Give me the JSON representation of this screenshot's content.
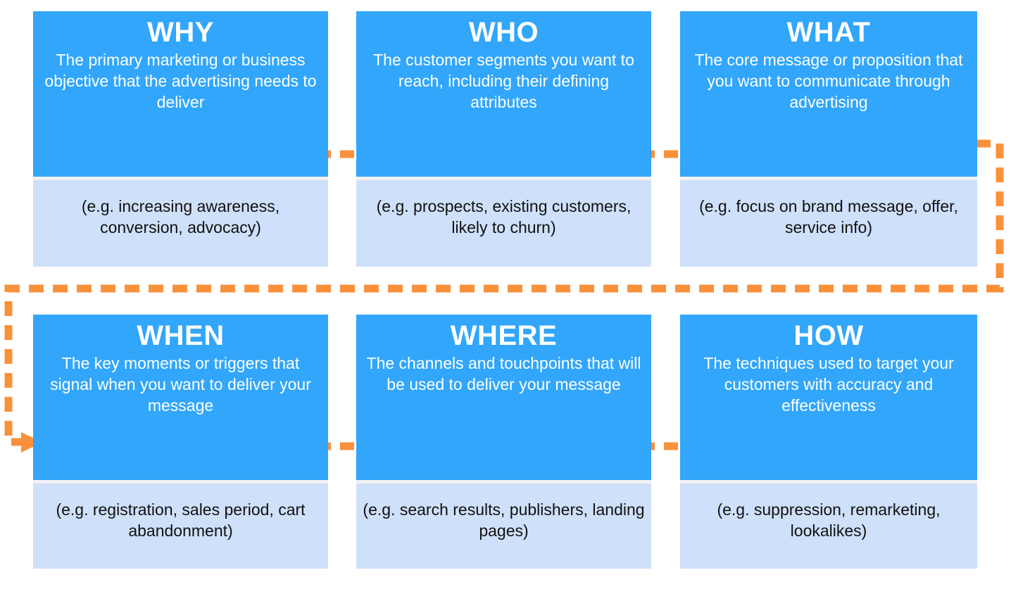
{
  "diagram": {
    "type": "flow",
    "colors": {
      "header_blue": "#31a6fb",
      "body_light_blue": "#cfe0fa",
      "arrow_orange": "#f9913b",
      "header_text": "#ffffff",
      "body_text": "#111111",
      "background": "#ffffff"
    },
    "flow_order": [
      "WHY",
      "WHO",
      "WHAT",
      "WHEN",
      "WHERE",
      "HOW"
    ],
    "cards": [
      {
        "id": "why",
        "title": "WHY",
        "description": "The primary marketing or business objective that the advertising needs to deliver",
        "example": "(e.g. increasing awareness, conversion, advocacy)"
      },
      {
        "id": "who",
        "title": "WHO",
        "description": "The customer segments you want to reach, including their defining attributes",
        "example": "(e.g. prospects, existing customers, likely to churn)"
      },
      {
        "id": "what",
        "title": "WHAT",
        "description": "The core message or proposition that you want to communicate through advertising",
        "example": "(e.g. focus on brand message, offer, service info)"
      },
      {
        "id": "when",
        "title": "WHEN",
        "description": "The key moments or triggers that signal when you want to deliver your message",
        "example": "(e.g. registration, sales period, cart abandonment)"
      },
      {
        "id": "where",
        "title": "WHERE",
        "description": "The channels and touchpoints that will be used to deliver your message",
        "example": "(e.g. search results, publishers, landing pages)"
      },
      {
        "id": "how",
        "title": "HOW",
        "description": "The techniques used to target your customers with accuracy and effectiveness",
        "example": "(e.g. suppression, remarketing, lookalikes)"
      }
    ],
    "connectors": [
      {
        "id": "why-to-who",
        "from": "WHY",
        "to": "WHO",
        "style": "dashed-arrow",
        "direction": "right"
      },
      {
        "id": "who-to-what",
        "from": "WHO",
        "to": "WHAT",
        "style": "dashed-arrow",
        "direction": "right"
      },
      {
        "id": "what-to-when",
        "from": "WHAT",
        "to": "WHEN",
        "style": "dashed-arrow",
        "direction": "wrap-around"
      },
      {
        "id": "when-to-where",
        "from": "WHEN",
        "to": "WHERE",
        "style": "dashed-arrow",
        "direction": "right"
      },
      {
        "id": "where-to-how",
        "from": "WHERE",
        "to": "HOW",
        "style": "dashed-arrow",
        "direction": "right"
      }
    ]
  }
}
